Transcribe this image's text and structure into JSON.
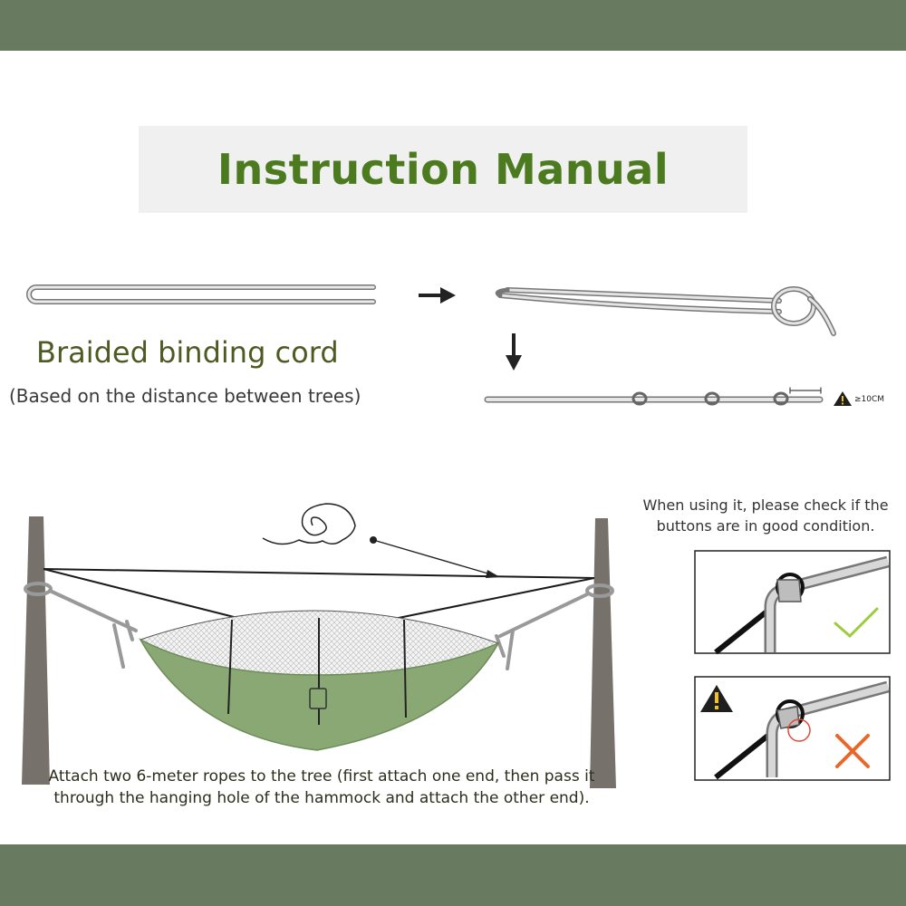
{
  "title": "Instruction Manual",
  "cord": {
    "label": "Braided binding cord",
    "sublabel": "(Based on the distance between trees)",
    "warning": "≥10CM"
  },
  "check": {
    "note": "When using it, please check if the buttons are in good condition."
  },
  "attach": {
    "note": "Attach two 6-meter ropes to the tree (first attach one end, then pass it through the hanging hole of the hammock and attach the other end)."
  },
  "colors": {
    "band": "#687a5f",
    "title": "#4b7a1f",
    "hammock": "#8aa874",
    "tree": "#75706a",
    "check": "#9ccc3c",
    "cross": "#e8682a"
  }
}
